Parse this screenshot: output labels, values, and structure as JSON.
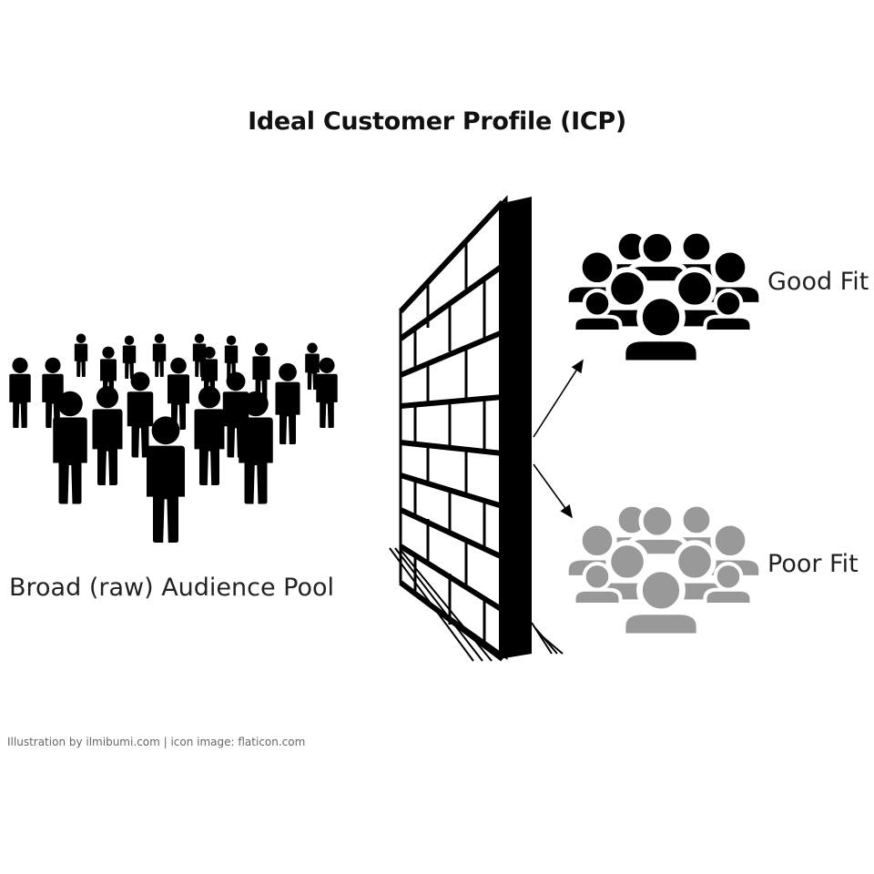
{
  "title": "Ideal Customer Profile (ICP)",
  "labels": {
    "good_fit": "Good Fit",
    "poor_fit": "Poor Fit",
    "audience_pool": "Broad (raw) Audience Pool"
  },
  "credit": "Illustration by ilmibumi.com | icon image: flaticon.com",
  "colors": {
    "good_fit_group": "#000000",
    "poor_fit_group": "#999999",
    "crowd": "#000000",
    "wall": "#000000"
  },
  "icons": [
    "crowd-icon",
    "wall-icon",
    "good-fit-group-icon",
    "poor-fit-group-icon",
    "arrow-icon"
  ]
}
